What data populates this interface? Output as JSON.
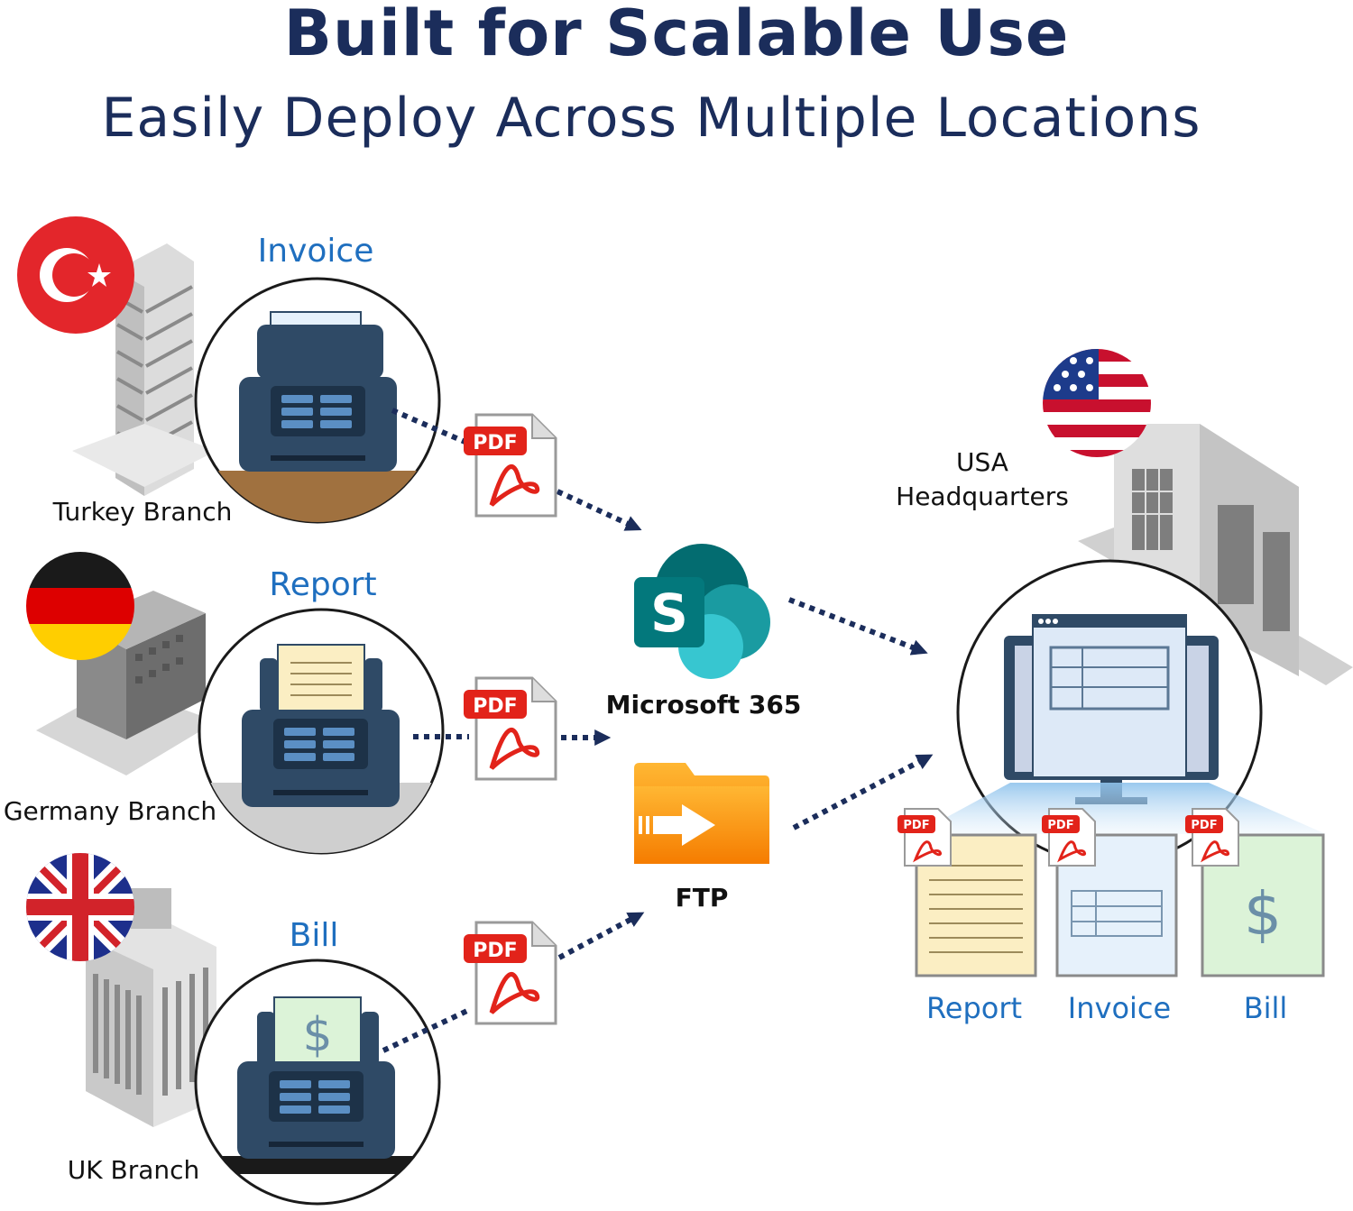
{
  "header": {
    "title": "Built for Scalable Use",
    "subtitle": "Easily Deploy Across Multiple Locations"
  },
  "branches": [
    {
      "name": "Turkey Branch",
      "document": "Invoice",
      "flag": "turkey-flag-icon"
    },
    {
      "name": "Germany Branch",
      "document": "Report",
      "flag": "germany-flag-icon"
    },
    {
      "name": "UK Branch",
      "document": "Bill",
      "flag": "uk-flag-icon"
    }
  ],
  "pdf_badge": "PDF",
  "services": {
    "microsoft": {
      "label": "Microsoft 365",
      "letter": "S",
      "icon": "sharepoint-icon"
    },
    "ftp": {
      "label": "FTP",
      "icon": "ftp-folder-icon"
    }
  },
  "headquarters": {
    "line1": "USA",
    "line2": "Headquarters",
    "flag": "usa-flag-icon"
  },
  "outputs": [
    {
      "label": "Report"
    },
    {
      "label": "Invoice"
    },
    {
      "label": "Bill"
    }
  ],
  "bill_symbol": "$",
  "colors": {
    "title": "#1b2d5b",
    "doc_label": "#1f6fbf",
    "arrow": "#1b2d5b",
    "pdf_red": "#e2231a",
    "scanner": "#2f4a66",
    "report_paper": "#fbeec3",
    "invoice_paper": "#e6f1fb",
    "bill_paper": "#dcf3d8"
  }
}
